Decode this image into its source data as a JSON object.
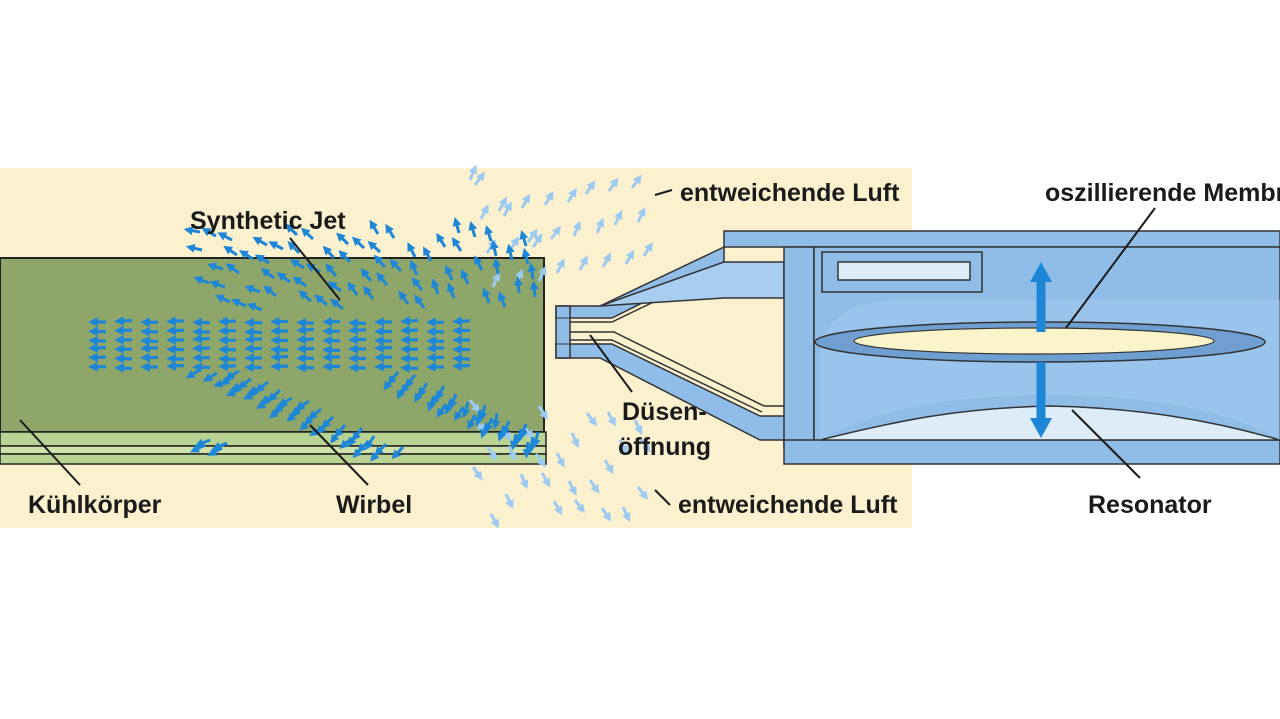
{
  "labels": {
    "synthetic_jet": "Synthetic Jet",
    "escaping_air_top": "entweichende Luft",
    "oscillating_membrane": "oszillierende Membran",
    "nozzle_line1": "Düsen-",
    "nozzle_line2": "öffnung",
    "escaping_air_bottom": "entweichende Luft",
    "heat_sink": "Kühlkörper",
    "vortex": "Wirbel",
    "resonator": "Resonator"
  },
  "colors": {
    "background_panel": "#fbf1cf",
    "heat_sink_body": "#8fa66a",
    "heat_sink_base": "#b9d393",
    "device_blue": "#8fbde8",
    "device_blue_dark": "#6f9fd0",
    "membrane": "#fbf3c9",
    "arrow_blue": "#1d86d6",
    "arrow_light": "#9dcaf0"
  }
}
